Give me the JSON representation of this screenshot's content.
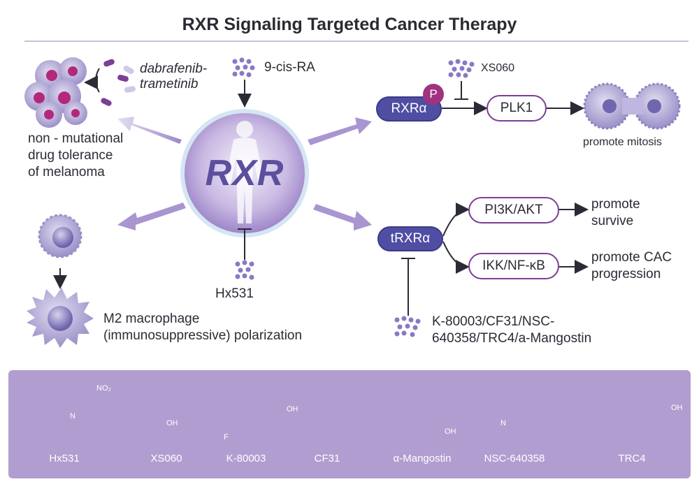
{
  "title": "RXR Signaling Targeted Cancer Therapy",
  "center": {
    "label": "RXR"
  },
  "inputs": {
    "nine_cis_ra": "9-cis-RA",
    "hx531": "Hx531",
    "xs060": "XS060",
    "inhibitors_line1": "K-80003/CF31/NSC-",
    "inhibitors_line2": "640358/TRC4/a-Mangostin"
  },
  "melanoma": {
    "drug_line1": "dabrafenib-",
    "drug_line2": "trametinib",
    "outcome_line1": "non - mutational",
    "outcome_line2": "drug tolerance",
    "outcome_line3": "of melanoma"
  },
  "macrophage": {
    "outcome_line1": "M2 macrophage",
    "outcome_line2": "(immunosuppressive) polarization"
  },
  "mitosis": {
    "receptor": "RXRα",
    "phospho_badge": "P",
    "target": "PLK1",
    "outcome": "promote mitosis"
  },
  "truncated": {
    "receptor": "tRXRα",
    "path1": "PI3K/AKT",
    "path1_outcome_line1": "promote",
    "path1_outcome_line2": "survive",
    "path2": "IKK/NF-κB",
    "path2_outcome_line1": "promote CAC",
    "path2_outcome_line2": "progression"
  },
  "compounds": [
    {
      "name": "Hx531",
      "group_label": "NO₂",
      "atom_label": "N"
    },
    {
      "name": "XS060",
      "atom_label": "OH"
    },
    {
      "name": "K-80003",
      "atom_label": "F"
    },
    {
      "name": "CF31",
      "atom_label": "OH"
    },
    {
      "name": "α-Mangostin",
      "atom_label": "OH"
    },
    {
      "name": "NSC-640358",
      "atom_label": "N"
    },
    {
      "name": "TRC4",
      "atom_label": "OH"
    }
  ],
  "colors": {
    "accent": "#7b3f95",
    "receptor_fill": "#4f4ea3",
    "phospho": "#a0327f",
    "arrow": "#9b88c8",
    "panel": "#b29dd0"
  }
}
